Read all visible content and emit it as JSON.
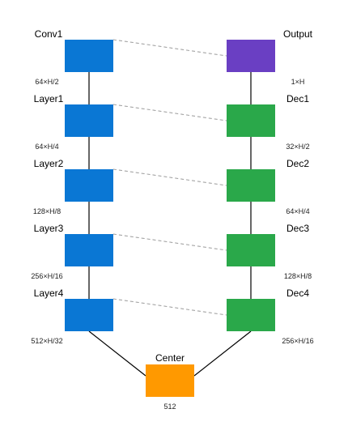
{
  "colors": {
    "encoder": "#0a77d4",
    "decoder": "#2aa84a",
    "output": "#6a3fc3",
    "center": "#ff9900",
    "line": "#000000",
    "skip": "#9a9a9a"
  },
  "encoder": [
    {
      "name": "Conv1",
      "dims": "64×H/2"
    },
    {
      "name": "Layer1",
      "dims": "64×H/4"
    },
    {
      "name": "Layer2",
      "dims": "128×H/8"
    },
    {
      "name": "Layer3",
      "dims": "256×H/16"
    },
    {
      "name": "Layer4",
      "dims": "512×H/32"
    }
  ],
  "decoder": [
    {
      "name": "Output",
      "dims": "1×H"
    },
    {
      "name": "Dec1",
      "dims": "32×H/2"
    },
    {
      "name": "Dec2",
      "dims": "64×H/4"
    },
    {
      "name": "Dec3",
      "dims": "128×H/8"
    },
    {
      "name": "Dec4",
      "dims": "256×H/16"
    }
  ],
  "center": {
    "name": "Center",
    "dims": "512"
  }
}
